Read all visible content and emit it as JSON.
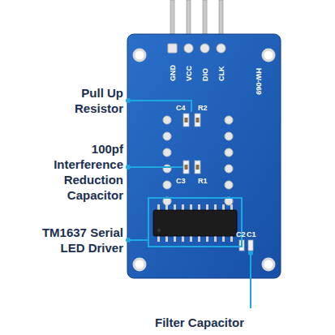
{
  "diagram": {
    "labels": [
      "Pull Up Resistor",
      "100pf Interference Reduction Capacitor",
      "TM1637 Serial LED Driver",
      "Filter Capacitor",
      "GND",
      "VCC",
      "DIO",
      "CLK",
      "HW-069",
      "C4",
      "R2",
      "C3",
      "R1",
      "C2",
      "C1"
    ]
  }
}
